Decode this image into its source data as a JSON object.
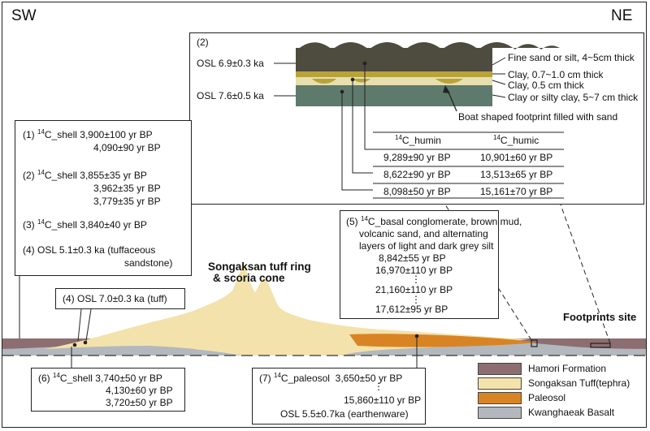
{
  "directions": {
    "left": "SW",
    "right": "NE"
  },
  "labels": {
    "tuff_ring_line1": "Songaksan tuff ring",
    "tuff_ring_line2": "& scoria cone",
    "footprints_site": "Footprints site"
  },
  "inset": {
    "panel_no": "(2)",
    "osl_upper": "OSL 6.9±0.3 ka",
    "osl_lower": "OSL 7.6±0.5 ka",
    "layers": [
      "Fine sand or silt, 4~5cm thick",
      "Clay, 0.7~1.0 cm thick",
      "Clay, 0.5 cm thick",
      "Clay or silty clay, 5~7 cm thick"
    ],
    "footprint_note": "Boat shaped footprint filled with sand",
    "table": {
      "headers": [
        {
          "sup": "14",
          "text": "C_humin"
        },
        {
          "sup": "14",
          "text": "C_humic"
        }
      ],
      "rows": [
        [
          "9,289±90 yr BP",
          "10,901±60 yr BP"
        ],
        [
          "8,622±90 yr BP",
          "13,513±65 yr BP"
        ],
        [
          "8,098±50 yr BP",
          "15,161±70 yr BP"
        ]
      ]
    }
  },
  "left_box": {
    "e1_label": "(1)",
    "e1_iso": "14",
    "e1_name": "C_shell",
    "e1_v1": "3,900±100 yr BP",
    "e1_v2": "4,090±90 yr BP",
    "e2_label": "(2)",
    "e2_iso": "14",
    "e2_name": "C_shell",
    "e2_v1": "3,855±35 yr BP",
    "e2_v2": "3,962±35 yr BP",
    "e2_v3": "3,779±35 yr BP",
    "e3_label": "(3)",
    "e3_iso": "14",
    "e3_name": "C_shell",
    "e3_v1": "3,840±40 yr BP",
    "e4_line1": "(4) OSL 5.1±0.3 ka (tuffaceous",
    "e4_line2": "sandstone)"
  },
  "box4": {
    "text": "(4) OSL 7.0±0.3 ka (tuff)"
  },
  "box5": {
    "label": "(5)",
    "iso": "14",
    "line1": "C_basal conglomerate, brown mud,",
    "line2": "volcanic sand, and alternating",
    "line3": "layers of light and dark grey silt",
    "v1": "8,842±55 yr BP",
    "v2": "16,970±110 yr BP",
    "dots1": "⋮",
    "v3": "21,160±110 yr BP",
    "dots2": "⋮",
    "v4": "17,612±95 yr BP"
  },
  "box6": {
    "label": "(6)",
    "iso": "14",
    "name": "C_shell",
    "v1": "3,740±50 yr BP",
    "v2": "4,130±60 yr BP",
    "v3": "3,720±50 yr BP"
  },
  "box7": {
    "label": "(7)",
    "iso": "14",
    "name": "C_paleosol",
    "v1": "3,650±50 yr BP",
    "dots": "⋮",
    "v2": "15,860±110 yr BP",
    "v3": "OSL 5.5±0.7ka (earthenware)"
  },
  "legend": [
    {
      "label": "Hamori Formation",
      "color": "#8d6e70"
    },
    {
      "label": "Songaksan Tuff(tephra)",
      "color": "#f3e2ac"
    },
    {
      "label": "Paleosol",
      "color": "#d98424"
    },
    {
      "label": "Kwanghaeak Basalt",
      "color": "#b2b8bd"
    }
  ],
  "colors": {
    "hamori": "#8d6e70",
    "tuff": "#f3e2ac",
    "paleosol": "#d98424",
    "basalt": "#b2b8bd",
    "inset_dark": "#4e4b3f",
    "inset_olive": "#b8a33a",
    "inset_cream": "#e6dfb0",
    "inset_green": "#5e7a6c"
  }
}
